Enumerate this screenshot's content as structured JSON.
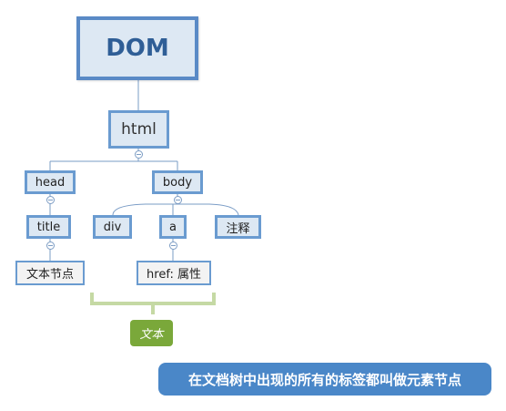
{
  "tree": {
    "root": "DOM",
    "html": "html",
    "head": "head",
    "body": "body",
    "title": "title",
    "div": "div",
    "a": "a",
    "comment": "注释",
    "text_node": "文本节点",
    "href": "href: 属性"
  },
  "text_label": "文本",
  "note": "在文档树中出现的所有的标签都叫做元素节点",
  "colors": {
    "node_fill": "#dde8f3",
    "node_border": "#6a9bd0",
    "root_text": "#2f5e96",
    "bracket": "#c5d9a4",
    "text_tag": "#7aa83a",
    "banner": "#4a87c8"
  }
}
